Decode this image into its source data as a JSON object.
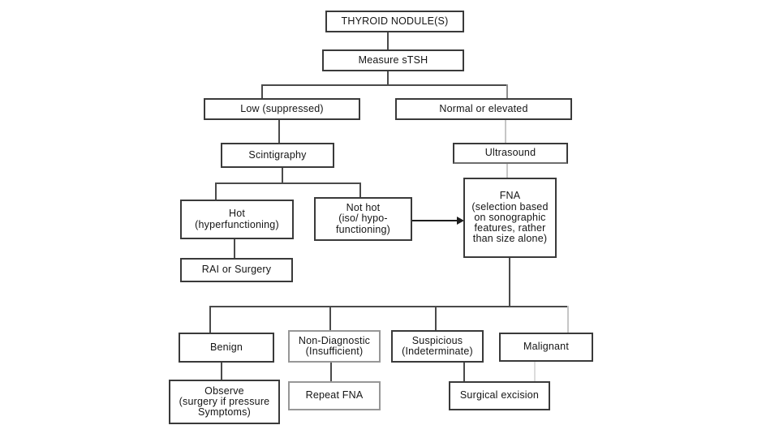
{
  "colors": {
    "background": "#ffffff",
    "box_border_dark": "#3a3a3a",
    "box_border_light": "#979797",
    "line_dark": "#4a4a4a",
    "line_light": "#c6c6c6",
    "text": "#151515"
  },
  "nodes": {
    "thyroid": {
      "label": "THYROID NODULE(S)"
    },
    "measure": {
      "label": "Measure sTSH"
    },
    "low": {
      "label": "Low (suppressed)"
    },
    "normal": {
      "label": "Normal  or  elevated"
    },
    "scintigraphy": {
      "label": "Scintigraphy"
    },
    "ultrasound": {
      "label": "Ultrasound"
    },
    "hot": {
      "label": "Hot\n(hyperfunctioning)"
    },
    "nothot": {
      "label": "Not hot\n(iso/ hypo-\nfunctioning)"
    },
    "fna": {
      "label": "FNA\n(selection based\non sonographic\nfeatures, rather\nthan size alone)"
    },
    "rai": {
      "label": "RAI or Surgery"
    },
    "benign": {
      "label": "Benign"
    },
    "nondiagnostic": {
      "label": "Non-Diagnostic\n(Insufficient)"
    },
    "suspicious": {
      "label": "Suspicious\n(Indeterminate)"
    },
    "malignant": {
      "label": "Malignant"
    },
    "observe": {
      "label": "Observe\n(surgery if pressure\nSymptoms)"
    },
    "repeat_fna": {
      "label": "Repeat FNA"
    },
    "surgical": {
      "label": "Surgical excision"
    }
  },
  "edges": [
    {
      "from": "THYROID NODULE(S)",
      "to": "Measure sTSH"
    },
    {
      "from": "Measure sTSH",
      "to": "Low (suppressed)"
    },
    {
      "from": "Measure sTSH",
      "to": "Normal or elevated"
    },
    {
      "from": "Low (suppressed)",
      "to": "Scintigraphy"
    },
    {
      "from": "Normal or elevated",
      "to": "Ultrasound"
    },
    {
      "from": "Scintigraphy",
      "to": "Hot (hyperfunctioning)"
    },
    {
      "from": "Scintigraphy",
      "to": "Not hot (iso/ hypo- functioning)"
    },
    {
      "from": "Not hot (iso/ hypo- functioning)",
      "to": "FNA",
      "style": "arrow"
    },
    {
      "from": "Ultrasound",
      "to": "FNA"
    },
    {
      "from": "Hot (hyperfunctioning)",
      "to": "RAI or Surgery"
    },
    {
      "from": "FNA",
      "to": "Benign"
    },
    {
      "from": "FNA",
      "to": "Non-Diagnostic (Insufficient)"
    },
    {
      "from": "FNA",
      "to": "Suspicious (Indeterminate)"
    },
    {
      "from": "FNA",
      "to": "Malignant"
    },
    {
      "from": "Benign",
      "to": "Observe (surgery if pressure Symptoms)"
    },
    {
      "from": "Non-Diagnostic (Insufficient)",
      "to": "Repeat FNA"
    },
    {
      "from": "Suspicious (Indeterminate)",
      "to": "Surgical excision"
    },
    {
      "from": "Malignant",
      "to": "Surgical excision"
    }
  ]
}
